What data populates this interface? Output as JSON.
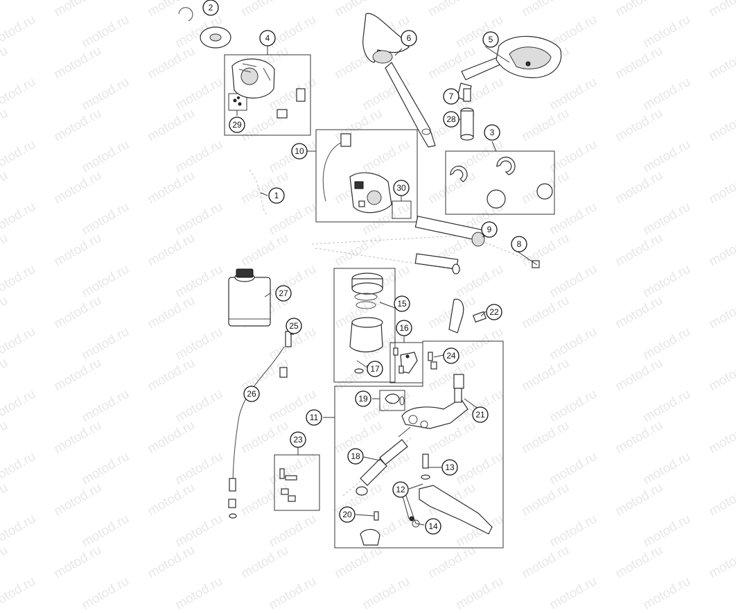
{
  "watermark": {
    "text": "motod.ru",
    "color": "#e7e7e7"
  },
  "callouts": [
    {
      "id": "1",
      "label": "1"
    },
    {
      "id": "2",
      "label": "2"
    },
    {
      "id": "3",
      "label": "3"
    },
    {
      "id": "4",
      "label": "4"
    },
    {
      "id": "5",
      "label": "5"
    },
    {
      "id": "6",
      "label": "6"
    },
    {
      "id": "7",
      "label": "7"
    },
    {
      "id": "8",
      "label": "8"
    },
    {
      "id": "9",
      "label": "9"
    },
    {
      "id": "10",
      "label": "10"
    },
    {
      "id": "11",
      "label": "11"
    },
    {
      "id": "12",
      "label": "12"
    },
    {
      "id": "13",
      "label": "13"
    },
    {
      "id": "14",
      "label": "14"
    },
    {
      "id": "15",
      "label": "15"
    },
    {
      "id": "16",
      "label": "16"
    },
    {
      "id": "17",
      "label": "17"
    },
    {
      "id": "18",
      "label": "18"
    },
    {
      "id": "19",
      "label": "19"
    },
    {
      "id": "20",
      "label": "20"
    },
    {
      "id": "21",
      "label": "21"
    },
    {
      "id": "22",
      "label": "22"
    },
    {
      "id": "23",
      "label": "23"
    },
    {
      "id": "24",
      "label": "24"
    },
    {
      "id": "25",
      "label": "25"
    },
    {
      "id": "26",
      "label": "26"
    },
    {
      "id": "27",
      "label": "27"
    },
    {
      "id": "28",
      "label": "28"
    },
    {
      "id": "29",
      "label": "29"
    },
    {
      "id": "30",
      "label": "30"
    }
  ]
}
